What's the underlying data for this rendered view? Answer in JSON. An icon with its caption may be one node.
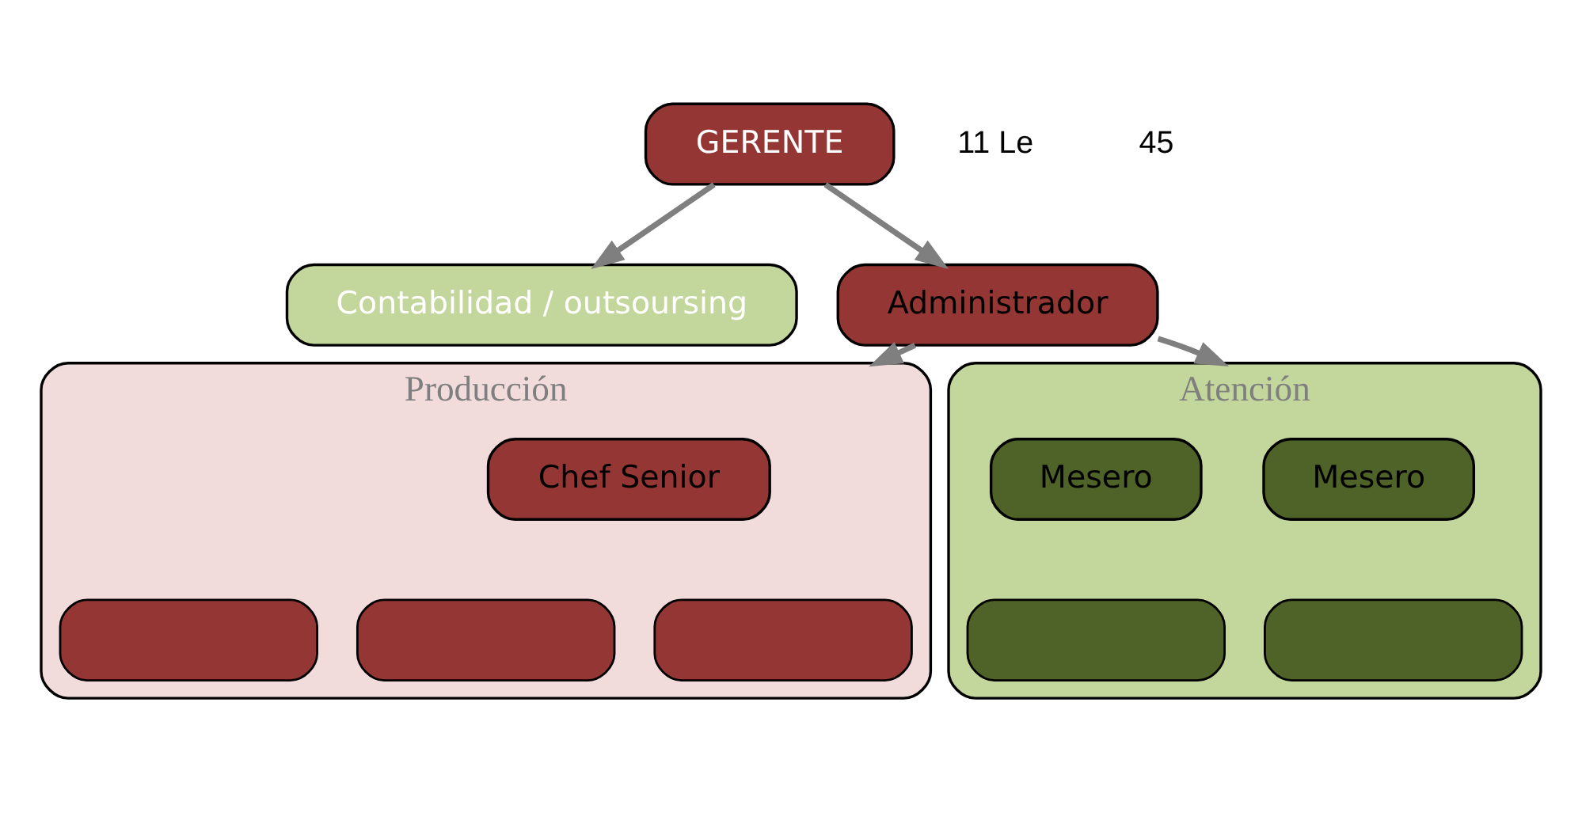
{
  "diagram": {
    "nodes": [
      {
        "text": [
          "GERENTE"
        ]
      },
      {
        "text": [
          "Contabilidad / outsoursing"
        ]
      },
      {
        "text": [
          "Administrador"
        ]
      },
      {
        "text": [
          "Producción"
        ]
      },
      {
        "text": [
          "Chef Senior"
        ],
        "in": 3
      },
      {
        "text": [],
        "shape": "box",
        "in": 3
      },
      {
        "text": [],
        "shape": "box",
        "in": 3
      },
      {
        "text": [],
        "shape": "box",
        "in": 3
      },
      {
        "text": [
          "Atención"
        ]
      },
      {
        "text": [
          "Mesero"
        ],
        "in": 8
      },
      {
        "text": [
          "Mesero"
        ],
        "in": 8
      },
      {
        "text": [],
        "shape": "box",
        "in": 8
      },
      {
        "text": [],
        "shape": "box",
        "in": 8
      }
    ],
    "edges": [
      {
        "from": 0,
        "to": 1,
        "arrow": "to"
      },
      {
        "from": 0,
        "to": 2,
        "arrow": "to"
      },
      {
        "from": 2,
        "to": 3,
        "arrow": "to"
      },
      {
        "from": 2,
        "to": 8,
        "arrow": "to"
      }
    ],
    "labels": [
      "11 Le",
      "45"
    ]
  }
}
